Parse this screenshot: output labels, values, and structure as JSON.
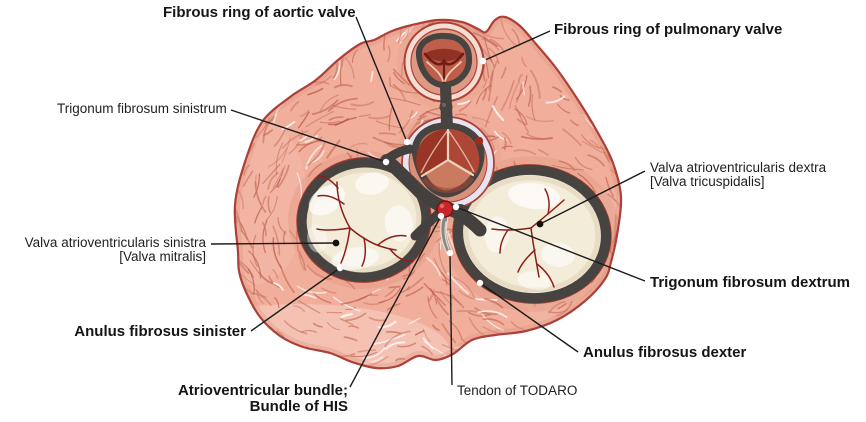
{
  "diagram": {
    "subject": "Fibrous rings and valves of the heart",
    "labels": [
      {
        "id": "fibrous-ring-of-aortic-valve",
        "text": "Fibrous ring of aortic valve",
        "style": "bold"
      },
      {
        "id": "fibrous-ring-of-pulmonary-valve",
        "text": "Fibrous ring of pulmonary valve",
        "style": "bold"
      },
      {
        "id": "trigonum-fibrosum-sinistrum",
        "text": "Trigonum fibrosum sinistrum",
        "style": "regular"
      },
      {
        "id": "valva-atrioventricularis-dextra",
        "text": "Valva atrioventricularis dextra",
        "text2": "[Valva tricuspidalis]",
        "style": "regular"
      },
      {
        "id": "valva-atrioventricularis-sinistra",
        "text": "Valva atrioventricularis sinistra",
        "text2": "[Valva mitralis]",
        "style": "regular"
      },
      {
        "id": "trigonum-fibrosum-dextrum",
        "text": "Trigonum fibrosum dextrum",
        "style": "bold"
      },
      {
        "id": "anulus-fibrosus-sinister",
        "text": "Anulus fibrosus sinister",
        "style": "bold"
      },
      {
        "id": "anulus-fibrosus-dexter",
        "text": "Anulus fibrosus dexter",
        "style": "bold"
      },
      {
        "id": "atrioventricular-bundle",
        "text": "Atrioventricular bundle;",
        "text2": "Bundle of HIS",
        "style": "bold"
      },
      {
        "id": "tendon-of-todaro",
        "text": "Tendon of TODARO",
        "style": "regular"
      }
    ],
    "colors": {
      "background": "#ffffff",
      "muscle": "#f0ae9b",
      "muscle_streak": "#c9705b",
      "outline_red": "#ad4038",
      "fibrous_ring_grey": "#474341",
      "leaflet_cream": "#f3ecd9",
      "cusp_red": "#b85544",
      "aortic_band_lavender": "#e7e4f1",
      "av_bundle_red": "#c5252b",
      "vein_red": "#8c1f19",
      "label_text": "#1f1f1f",
      "leader_line": "#1c1c1c"
    }
  }
}
